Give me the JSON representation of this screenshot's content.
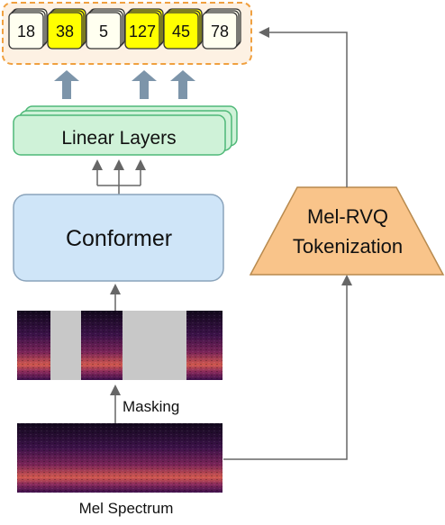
{
  "tokens": [
    {
      "value": "18",
      "highlight": false
    },
    {
      "value": "38",
      "highlight": true
    },
    {
      "value": "5",
      "highlight": false
    },
    {
      "value": "127",
      "highlight": true
    },
    {
      "value": "45",
      "highlight": true
    },
    {
      "value": "78",
      "highlight": false
    }
  ],
  "labels": {
    "linear_layers": "Linear Layers",
    "conformer": "Conformer",
    "tokenizer_line1": "Mel-RVQ",
    "tokenizer_line2": "Tokenization",
    "masking": "Masking",
    "mel_spectrum": "Mel Spectrum"
  },
  "colors": {
    "token_highlight": "#ffff00",
    "token_plain": "#fffff0",
    "token_panel_border": "#f0a040",
    "token_panel_fill": "#fdf1e3",
    "linear_layers_fill": "#cff2d8",
    "linear_layers_border": "#4fb878",
    "conformer_fill": "#cfe5f8",
    "conformer_border": "#8aa3bb",
    "tokenizer_fill": "#f9c48a",
    "tokenizer_border": "#b88a4e",
    "big_arrow": "#7d95aa",
    "connector": "#666666",
    "mask": "#c8c8c8"
  },
  "masked_tokens": [
    1,
    3,
    4
  ]
}
